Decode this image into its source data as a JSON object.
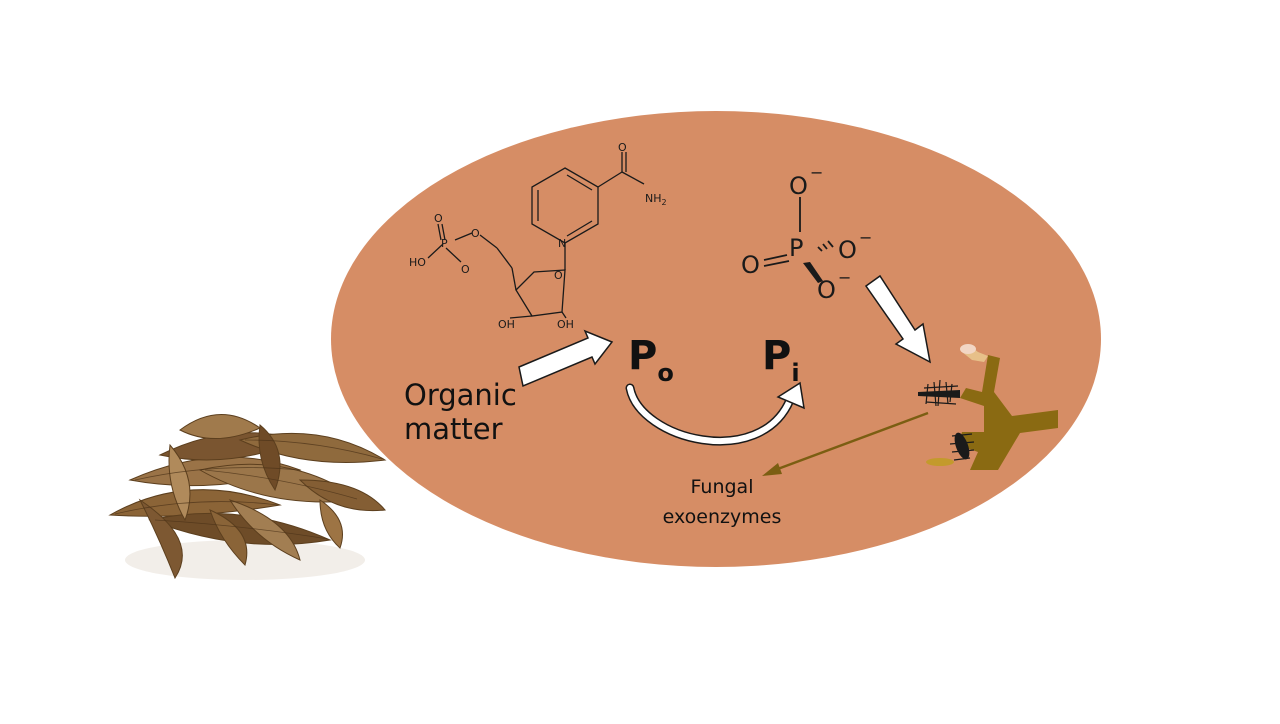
{
  "diagram": {
    "organic_matter": [
      "Organic",
      "matter"
    ],
    "po": {
      "main": "P",
      "sub": "o"
    },
    "pi": {
      "main": "P",
      "sub": "i"
    },
    "fungal_exoenzymes": [
      "Fungal",
      "exoenzymes"
    ],
    "nmn_labels": {
      "oxo": "O",
      "nh2": "NH2",
      "phosphate_o_top": "O",
      "phosphate_p": "P",
      "phosphate_ho": "HO",
      "phosphate_o_minus": "O",
      "ring_o_linker": "O",
      "ring_o": "O",
      "n_plus": "N",
      "oh_left": "OH",
      "oh_right": "OH"
    },
    "phosphate_labels": {
      "o_top": "O",
      "o_left": "O",
      "p": "P",
      "o_right": "O",
      "o_bottom": "O"
    }
  },
  "colors": {
    "ellipse": "#d68d65",
    "fungus": "#8a6a12",
    "spore": "#f2d6c4",
    "arrow_fill": "#ffffff",
    "arrow_stroke": "#1a1a1a",
    "leaf": "#8b6437"
  },
  "icons": [
    "dry-leaves-image",
    "fungal-hypha-icon",
    "nmn-molecule-structure",
    "phosphate-ion-structure"
  ]
}
